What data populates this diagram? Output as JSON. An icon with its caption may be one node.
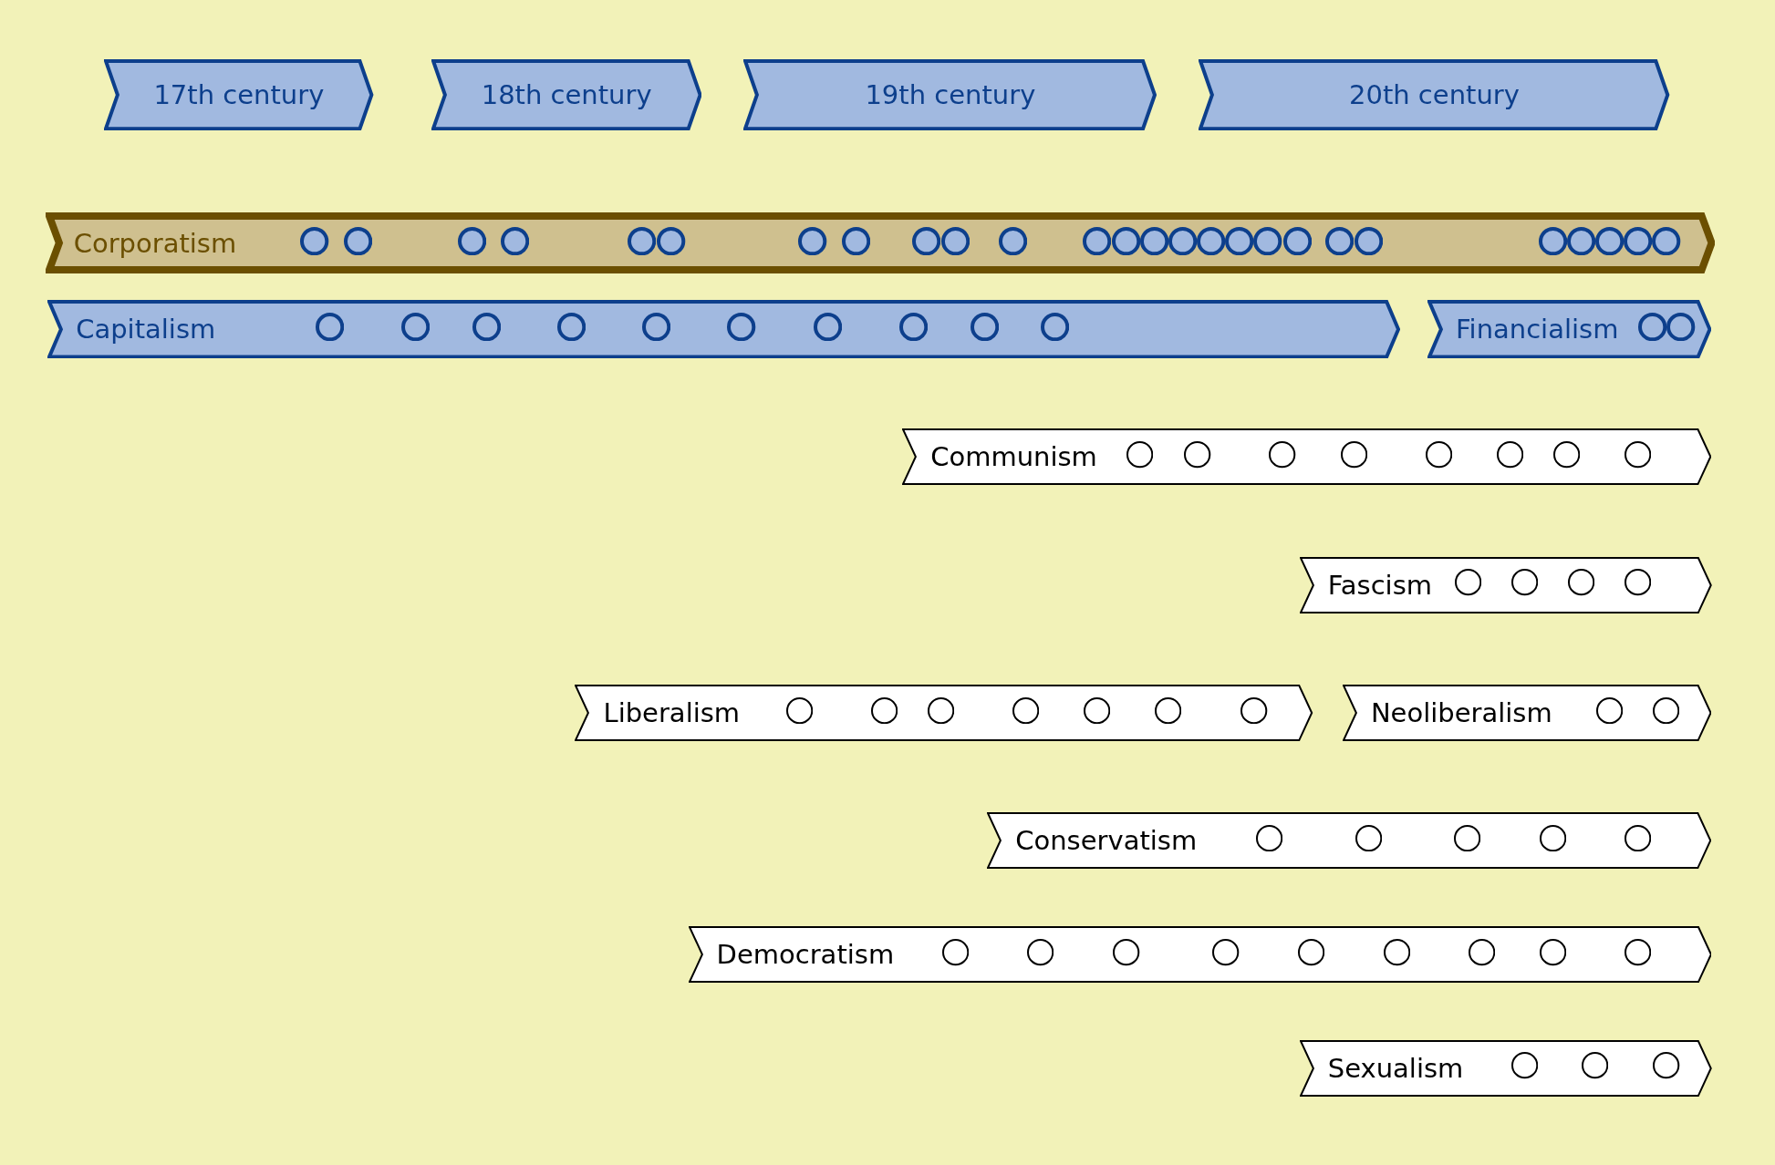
{
  "diagram": {
    "nodes": [
      {
        "text": [
          "17th century"
        ]
      },
      {
        "text": [
          "18th century"
        ]
      },
      {
        "text": [
          "19th century"
        ]
      },
      {
        "text": [
          "20th century"
        ]
      },
      {
        "text": [
          "Corporatism"
        ]
      },
      {
        "text": [
          "Capitalism"
        ]
      },
      {
        "text": [
          "Financialism"
        ]
      },
      {
        "text": [
          "Communism"
        ]
      },
      {
        "text": [
          "Fascism"
        ]
      },
      {
        "text": [
          "Liberalism"
        ]
      },
      {
        "text": [
          "Neoliberalism"
        ]
      },
      {
        "text": [
          "Conservatism"
        ]
      },
      {
        "text": [
          "Democratism"
        ]
      },
      {
        "text": [
          "Sexualism"
        ]
      }
    ]
  }
}
